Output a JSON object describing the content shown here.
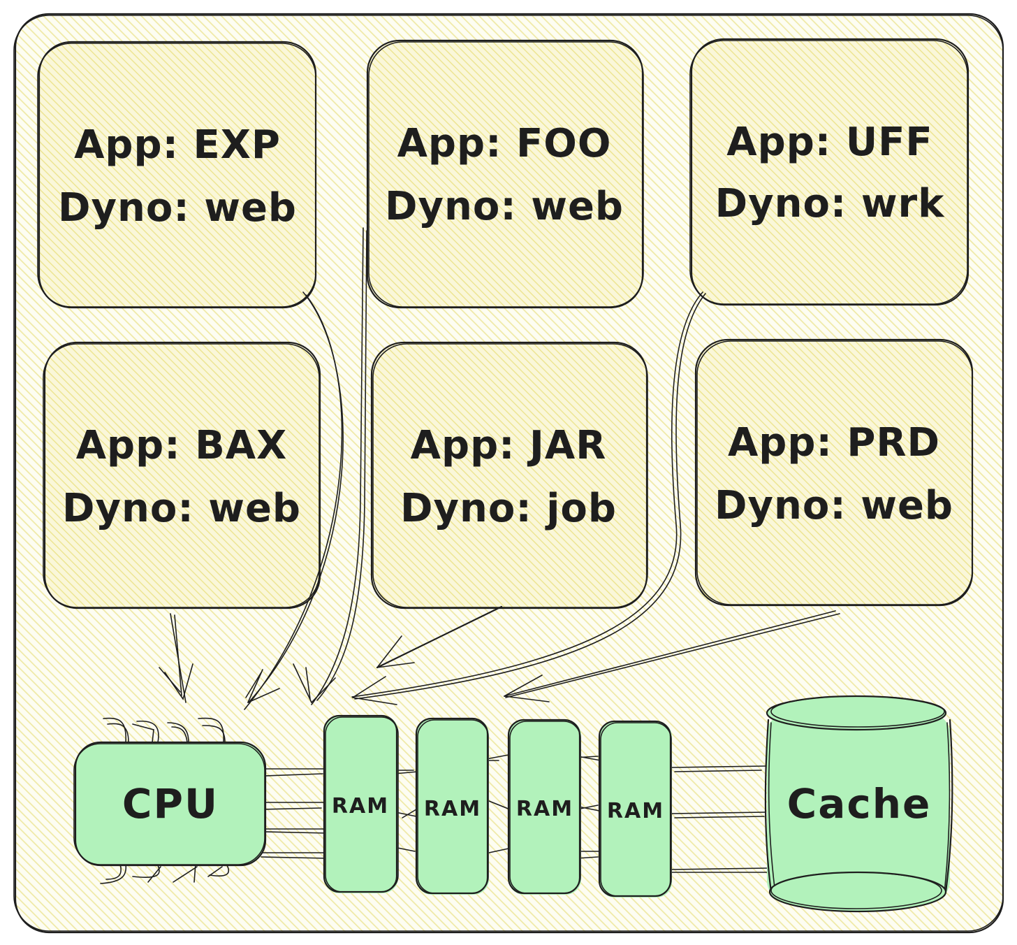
{
  "diagram": {
    "theme": {
      "paper_color": "#fbfbe6",
      "hatch_color": "#f2eeb0",
      "box_fill": "#f9f6d3",
      "hardware_fill": "#b2f2bb",
      "stroke_color": "#1e1e1e"
    },
    "dynos": [
      {
        "app": "App: EXP",
        "dyno": "Dyno: web"
      },
      {
        "app": "App: FOO",
        "dyno": "Dyno: web"
      },
      {
        "app": "App: UFF",
        "dyno": "Dyno: wrk"
      },
      {
        "app": "App: BAX",
        "dyno": "Dyno: web"
      },
      {
        "app": "App: JAR",
        "dyno": "Dyno: job"
      },
      {
        "app": "App: PRD",
        "dyno": "Dyno: web"
      }
    ],
    "hardware": {
      "cpu": "CPU",
      "ram": [
        "RAM",
        "RAM",
        "RAM",
        "RAM"
      ],
      "cache": "Cache"
    },
    "arrows": [
      {
        "from": "App: BAX",
        "to": "CPU"
      },
      {
        "from": "App: EXP",
        "to": "CPU"
      },
      {
        "from": "App: FOO",
        "to": "RAM"
      },
      {
        "from": "App: JAR",
        "to": "RAM"
      },
      {
        "from": "App: UFF",
        "to": "RAM"
      },
      {
        "from": "App: PRD",
        "to": "RAM"
      }
    ]
  }
}
